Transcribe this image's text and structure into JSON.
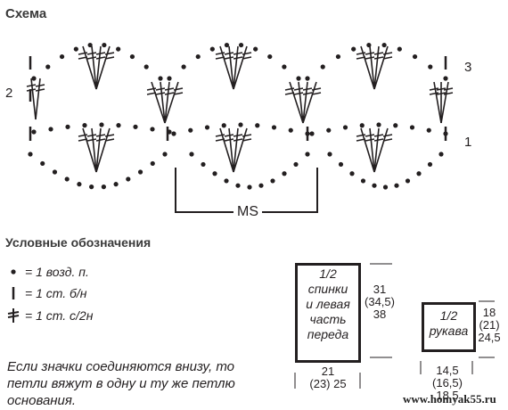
{
  "header": {
    "title": "Схема"
  },
  "chart_labels": {
    "row_1": "1",
    "row_2": "2",
    "row_3": "3",
    "motif": "MS"
  },
  "legend": {
    "title": "Условные обозначения",
    "items": [
      {
        "symbol": "chain-stitch-icon",
        "text": "= 1 возд. п."
      },
      {
        "symbol": "single-crochet-icon",
        "text": "= 1 ст. б/н"
      },
      {
        "symbol": "double-treble-icon",
        "text": "= 1 ст. с/2н"
      }
    ]
  },
  "note": {
    "line1": "Если значки соединяются внизу, то",
    "line2": "петли вяжут в одну и ту же петлю",
    "line3": "основания."
  },
  "patterns": {
    "back": {
      "fraction": "1/2",
      "label_line1": "спинки",
      "label_line2": "и левая",
      "label_line3": "часть",
      "label_line4": "переда",
      "height_1": "31",
      "height_2": "(34,5)",
      "height_3": "38",
      "width_1": "21",
      "width_2": "(23) 25"
    },
    "sleeve": {
      "fraction": "1/2",
      "label_line1": "рукава",
      "height_1": "18",
      "height_2": "(21)",
      "height_3": "24,5",
      "width_1": "14,5",
      "width_2": "(16,5)",
      "width_3": "18,5"
    }
  },
  "footer": {
    "site": "www.homyak55.ru"
  }
}
